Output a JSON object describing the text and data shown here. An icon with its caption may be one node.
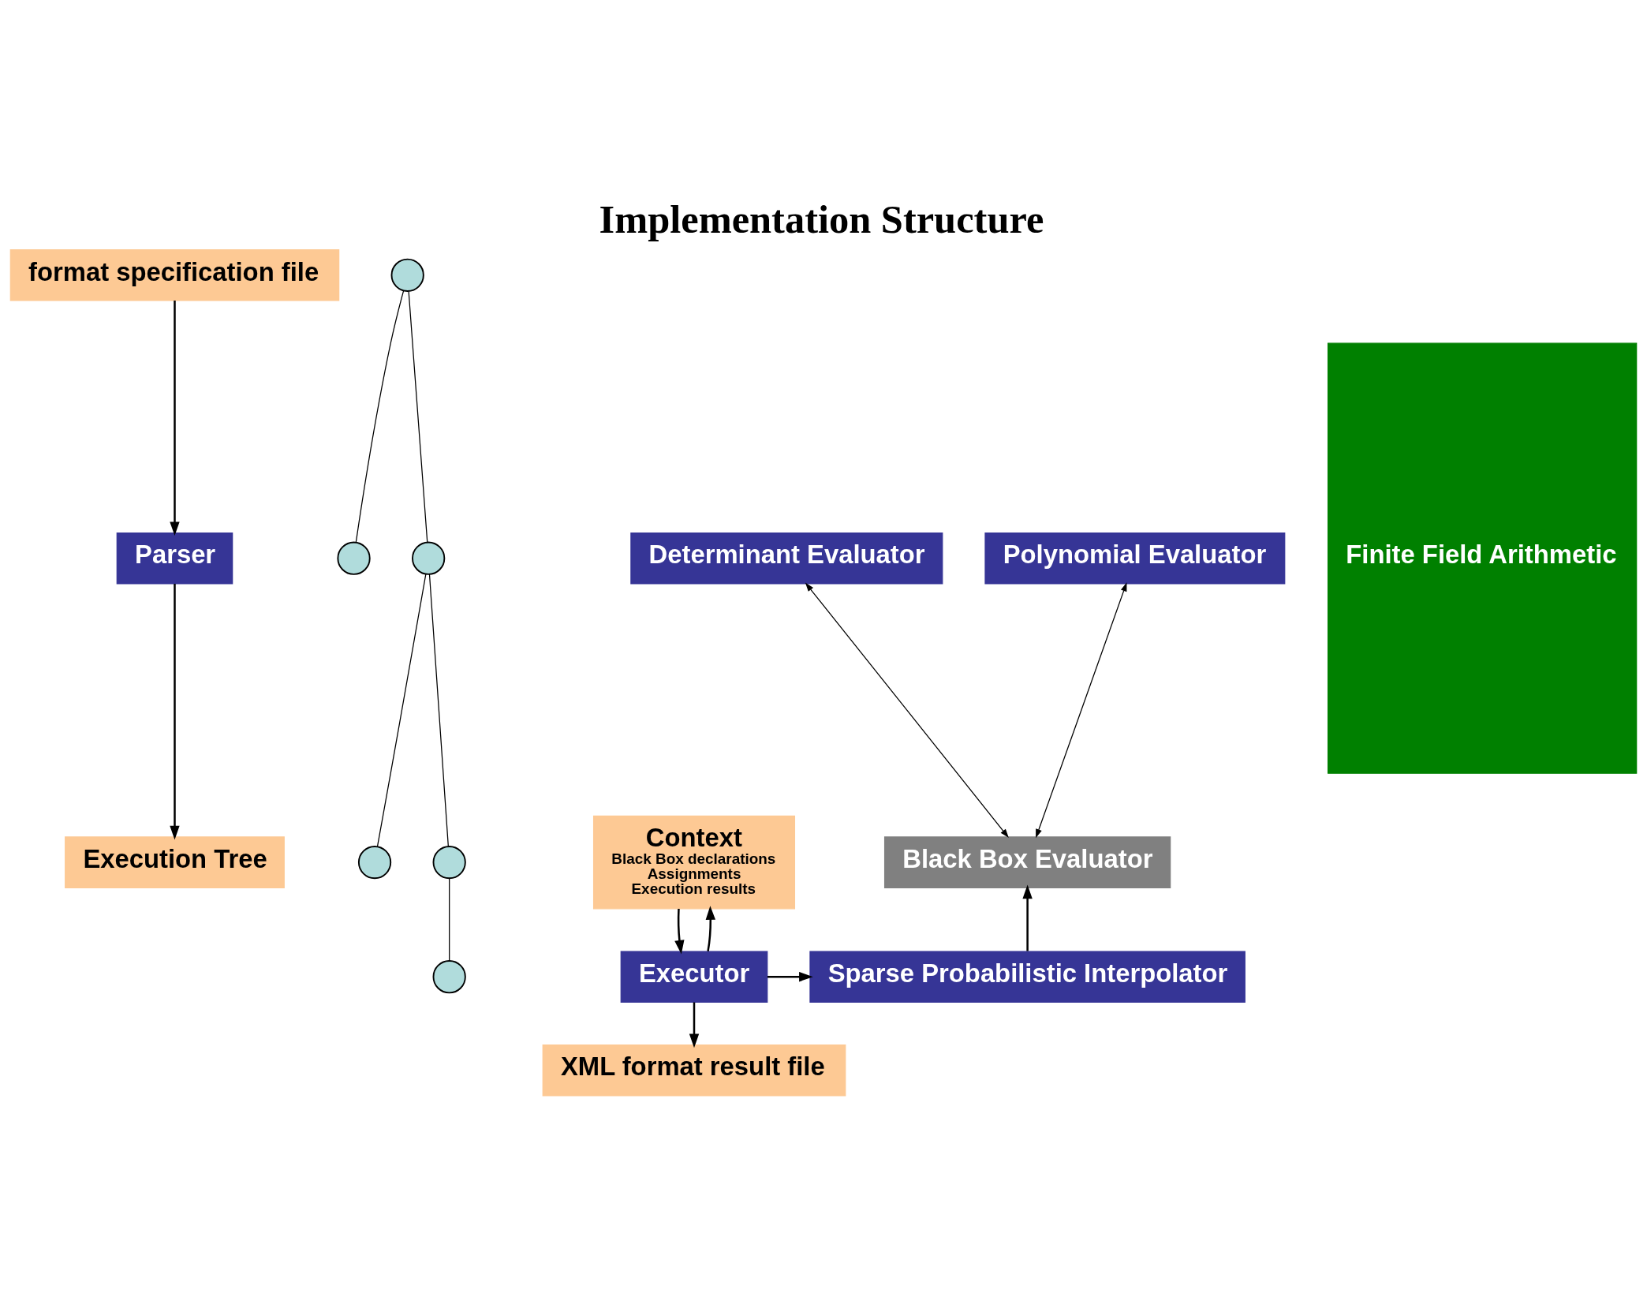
{
  "diagram": {
    "title": "Implementation Structure",
    "nodes": [
      {
        "text": [
          "format specification file"
        ]
      },
      {
        "text": [
          "Parser"
        ]
      },
      {
        "text": [
          "Execution Tree"
        ]
      },
      {
        "text": [],
        "shape": "circle"
      },
      {
        "text": [],
        "shape": "circle"
      },
      {
        "text": [],
        "shape": "circle"
      },
      {
        "text": [],
        "shape": "circle"
      },
      {
        "text": [],
        "shape": "circle"
      },
      {
        "text": [],
        "shape": "circle"
      },
      {
        "text": [
          "Context",
          "Black Box declarations",
          "Assignments",
          "Execution results"
        ]
      },
      {
        "text": [
          "Determinant Evaluator"
        ]
      },
      {
        "text": [
          "Polynomial Evaluator"
        ]
      },
      {
        "text": [
          "Black Box Evaluator"
        ]
      },
      {
        "text": [
          "Executor"
        ]
      },
      {
        "text": [
          "Sparse Probabilistic Interpolator"
        ]
      },
      {
        "text": [
          "XML format result file"
        ]
      },
      {
        "text": [
          "Finite Field Arithmetic"
        ]
      }
    ],
    "edges": [
      {
        "from": 0,
        "to": 1,
        "arrow": "to"
      },
      {
        "from": 1,
        "to": 2,
        "arrow": "to"
      },
      {
        "from": 3,
        "to": 4,
        "arrow": "none"
      },
      {
        "from": 3,
        "to": 5,
        "arrow": "none"
      },
      {
        "from": 5,
        "to": 6,
        "arrow": "none"
      },
      {
        "from": 5,
        "to": 7,
        "arrow": "none"
      },
      {
        "from": 7,
        "to": 8,
        "arrow": "none"
      },
      {
        "from": 10,
        "to": 12,
        "arrow": "both"
      },
      {
        "from": 11,
        "to": 12,
        "arrow": "both"
      },
      {
        "from": 13,
        "to": 9,
        "arrow": "to"
      },
      {
        "from": 9,
        "to": 13,
        "arrow": "to"
      },
      {
        "from": 13,
        "to": 14,
        "arrow": "to"
      },
      {
        "from": 14,
        "to": 12,
        "arrow": "to"
      },
      {
        "from": 13,
        "to": 15,
        "arrow": "to"
      }
    ]
  }
}
